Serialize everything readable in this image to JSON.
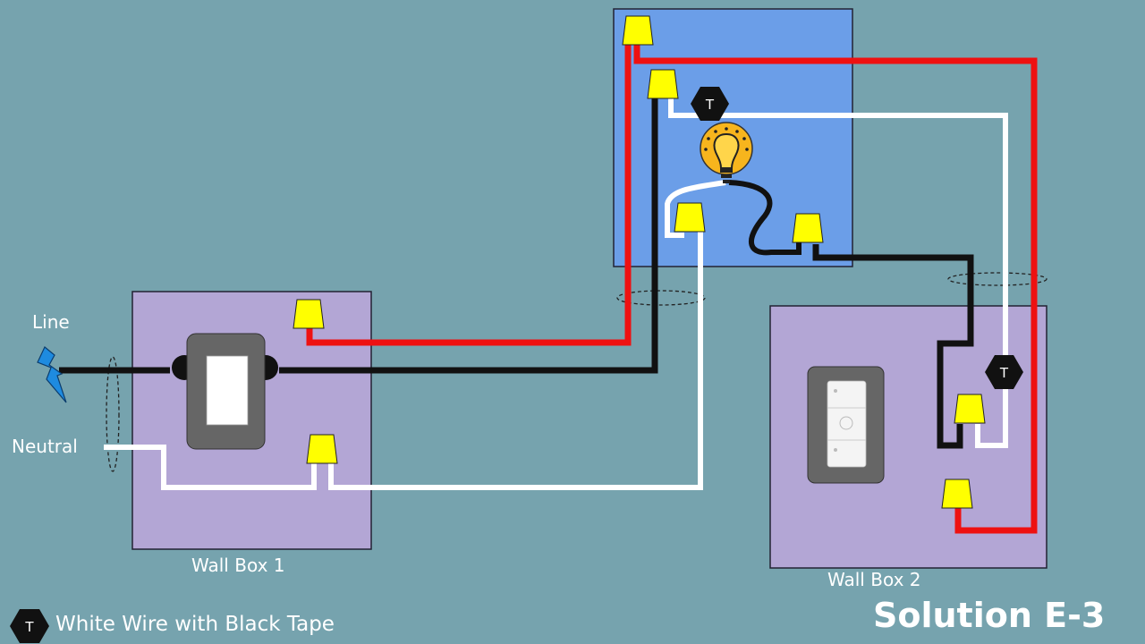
{
  "labels": {
    "line": "Line",
    "neutral": "Neutral",
    "wall_box_1": "Wall Box 1",
    "wall_box_2": "Wall Box 2",
    "tape_marker": "T",
    "legend_text": "White Wire with Black Tape",
    "solution_title": "Solution E-3"
  },
  "colors": {
    "background": "#76a3ae",
    "light_box": "#6b9ee8",
    "wall_box": "#b3a6d5",
    "hot_wire": "#ee1111",
    "black_wire": "#111111",
    "neutral_wire": "#ffffff",
    "wire_nut": "#ffff00",
    "switch_body": "#666666",
    "bulb": "#f7b51d",
    "lightning": "#1e8be0"
  }
}
